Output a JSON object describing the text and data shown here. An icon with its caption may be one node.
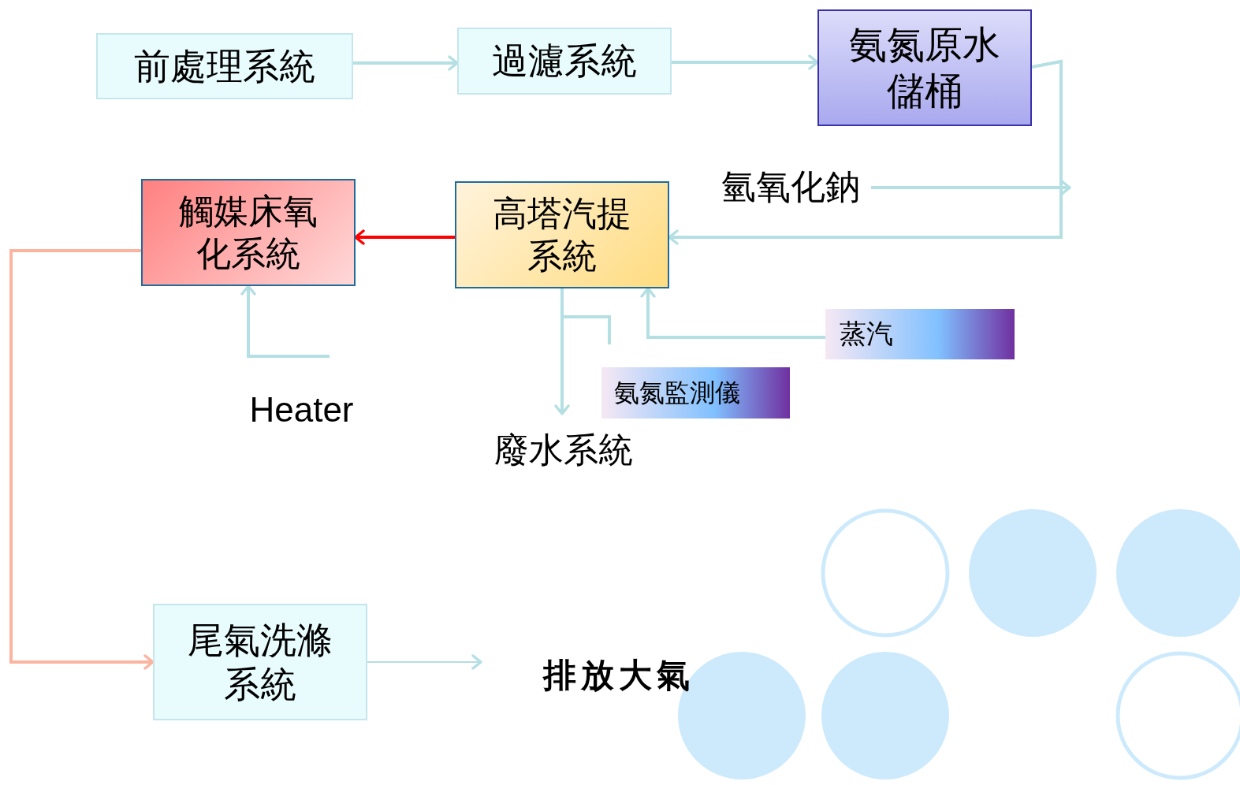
{
  "diagram": {
    "nodes": [
      {
        "text": [
          "前處理系統"
        ]
      },
      {
        "text": [
          "過濾系統"
        ]
      },
      {
        "text": [
          "氨氮原水儲桶"
        ]
      },
      {
        "text": [
          "觸媒床氧化系統"
        ]
      },
      {
        "text": [
          "高塔汽提系統"
        ]
      },
      {
        "text": [
          "氫氧化鈉"
        ]
      },
      {
        "text": [
          "Heater"
        ]
      },
      {
        "text": [
          "蒸汽"
        ]
      },
      {
        "text": [
          "氨氮監測儀"
        ]
      },
      {
        "text": [
          "廢水系統"
        ]
      },
      {
        "text": [
          "尾氣洗滌系統"
        ]
      },
      {
        "text": [
          "排放大氣"
        ]
      }
    ],
    "edges": [
      {
        "from": 0,
        "to": 1,
        "arrow": "to"
      },
      {
        "from": 1,
        "to": 2,
        "arrow": "to"
      },
      {
        "from": 2,
        "to": 4,
        "arrow": "to"
      },
      {
        "from": 5,
        "to": null,
        "arrow": "to"
      },
      {
        "from": 4,
        "to": 3,
        "arrow": "to",
        "color": "#ff0000"
      },
      {
        "from": 6,
        "to": 3,
        "arrow": "to"
      },
      {
        "from": 7,
        "to": 4,
        "arrow": "to"
      },
      {
        "from": 4,
        "to": 9,
        "arrow": "to"
      },
      {
        "from": 4,
        "to": 8,
        "arrow": "none"
      },
      {
        "from": 3,
        "to": 10,
        "arrow": "to",
        "color": "#fbb4a0"
      },
      {
        "from": 10,
        "to": 11,
        "arrow": "to"
      }
    ]
  }
}
